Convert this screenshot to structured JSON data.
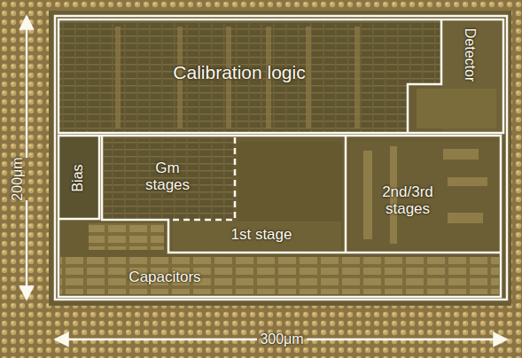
{
  "diagram": {
    "nodes": [
      {
        "text": [
          "Calibration logic"
        ]
      },
      {
        "text": [
          "Detector"
        ]
      },
      {
        "text": [
          "Bias"
        ]
      },
      {
        "text": [
          "1st stage"
        ]
      },
      {
        "text": [
          "Gm stages"
        ],
        "in": 3
      },
      {
        "text": [
          "2nd/3rd stages"
        ]
      },
      {
        "text": [
          "Capacitors"
        ]
      }
    ],
    "labels": [
      "200μm",
      "300μm"
    ]
  }
}
